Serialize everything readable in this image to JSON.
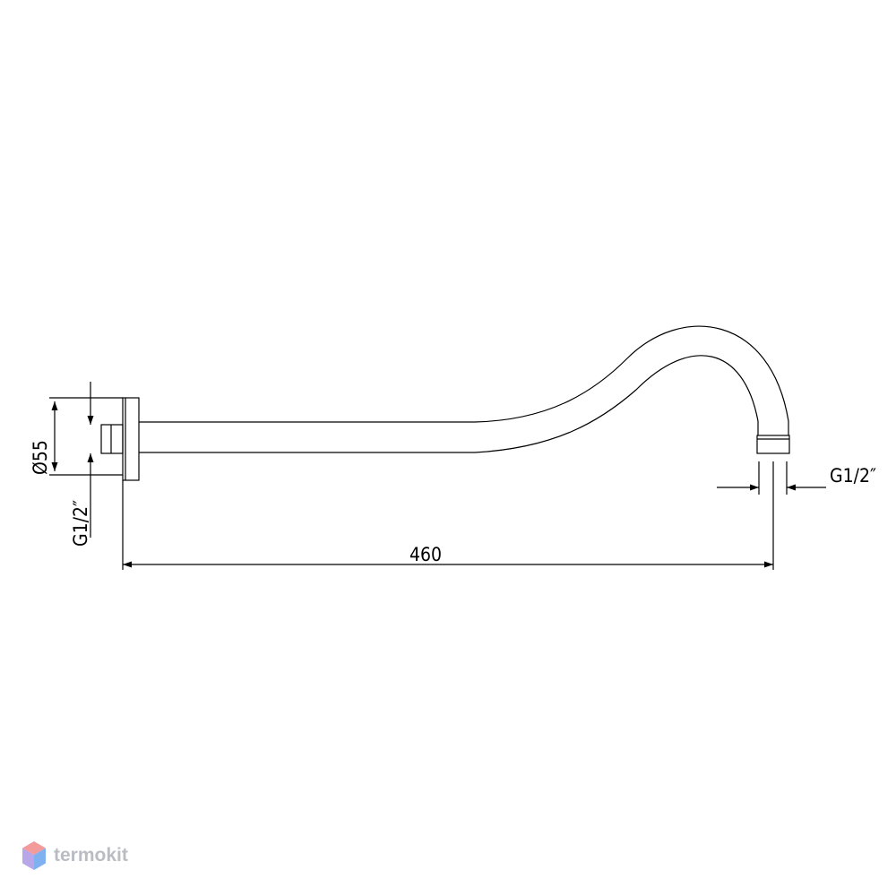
{
  "drawing": {
    "type": "technical-drawing",
    "subject": "shower arm",
    "line_color": "#000000",
    "background_color": "#ffffff",
    "dimensions": {
      "flange_diameter": "Ø55",
      "inlet_thread": "G1/2″",
      "outlet_thread": "G1/2″",
      "overall_length": "460"
    }
  },
  "watermark": {
    "text": "termokit",
    "text_color": "#b9bdc3",
    "logo_colors": [
      "#f39a9a",
      "#7fb0f0",
      "#b8a7e8"
    ]
  }
}
